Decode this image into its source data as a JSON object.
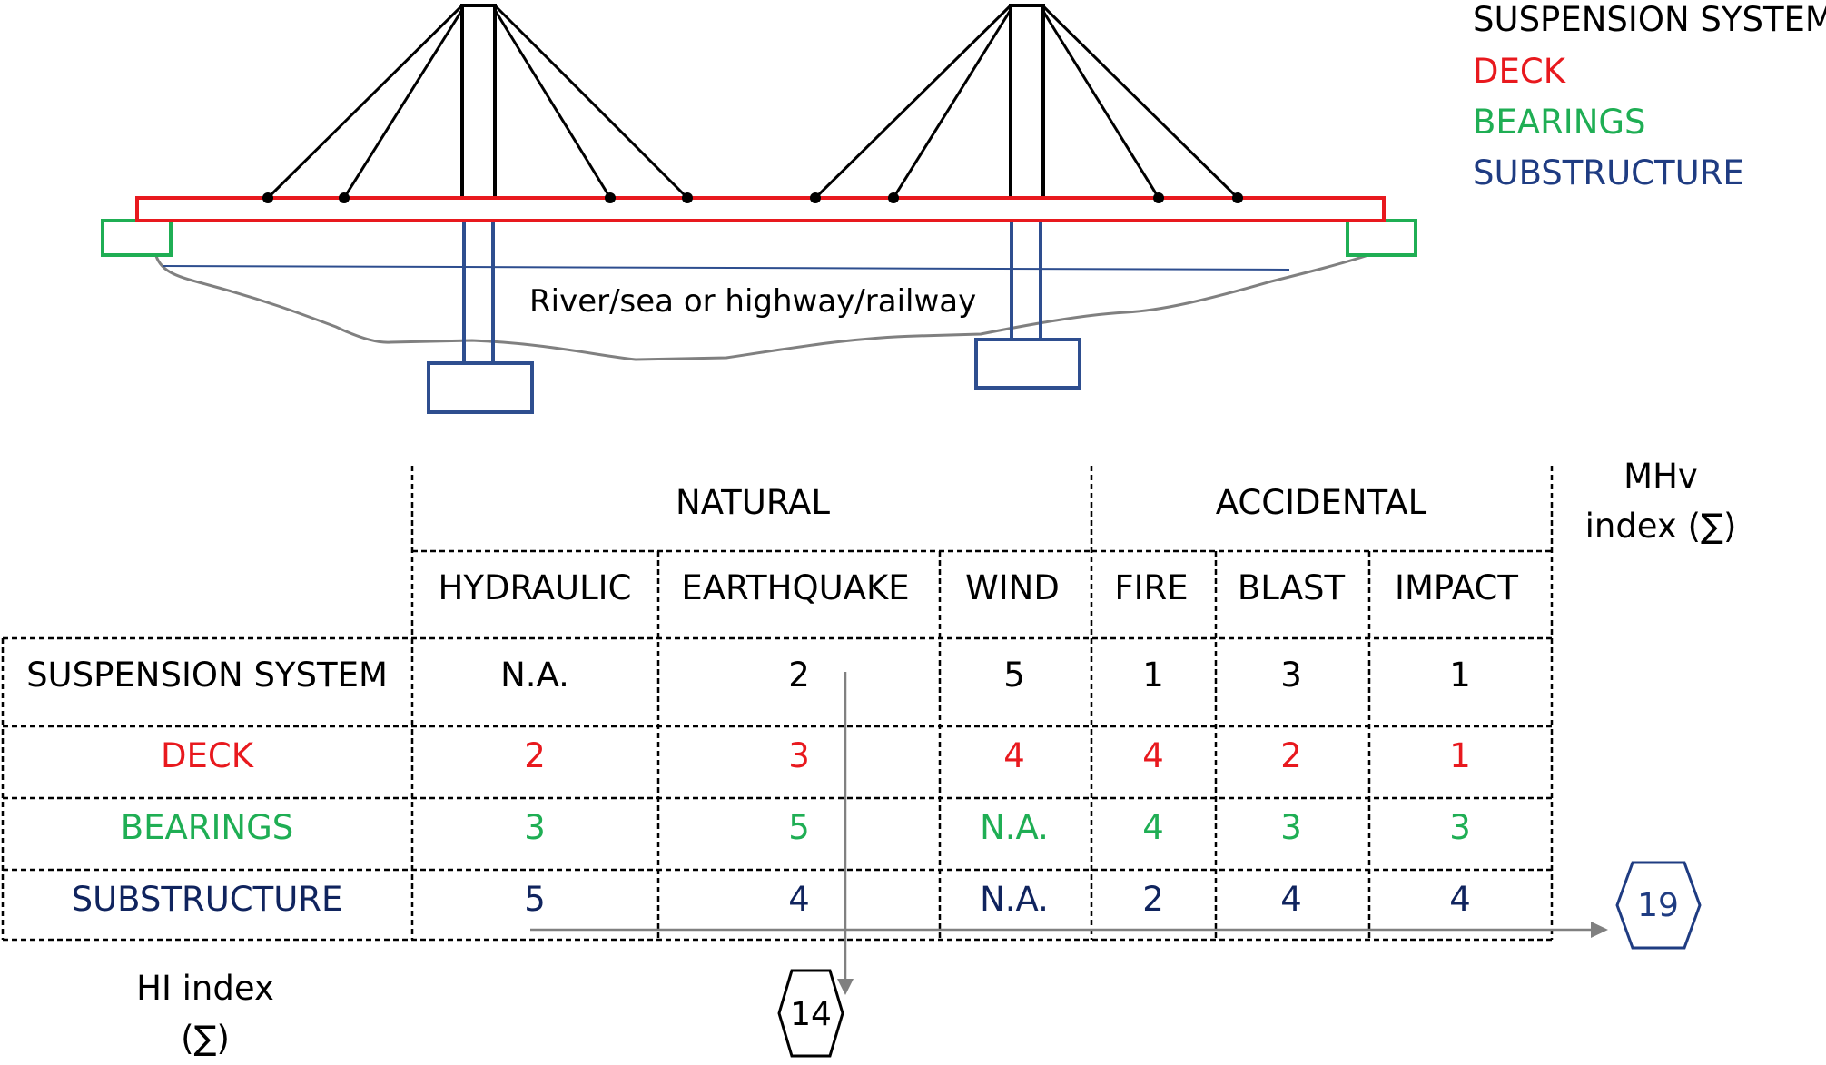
{
  "legend": [
    {
      "label": "SUSPENSION SYSTEM",
      "color": "#000000"
    },
    {
      "label": "DECK",
      "color": "#e8191e"
    },
    {
      "label": "BEARINGS",
      "color": "#1fae54"
    },
    {
      "label": "SUBSTRUCTURE",
      "color": "#1f3c82"
    }
  ],
  "colors": {
    "suspension": "#000000",
    "deck": "#e8191e",
    "bearings": "#1fae54",
    "substructure": "#2e4e8f",
    "ground": "#808080",
    "water": "#2e4e8f",
    "arrow": "#808080",
    "grid": "#000000"
  },
  "bridge": {
    "under_label": "River/sea or highway/railway"
  },
  "table": {
    "groups": [
      "NATURAL",
      "ACCIDENTAL"
    ],
    "columns": [
      "HYDRAULIC",
      "EARTHQUAKE",
      "WIND",
      "FIRE",
      "BLAST",
      "IMPACT"
    ],
    "rows": [
      {
        "label": "SUSPENSION SYSTEM",
        "color": "#000000",
        "values": [
          "N.A.",
          "2",
          "5",
          "1",
          "3",
          "1"
        ]
      },
      {
        "label": "DECK",
        "color": "#e8191e",
        "values": [
          "2",
          "3",
          "4",
          "4",
          "2",
          "1"
        ]
      },
      {
        "label": "BEARINGS",
        "color": "#1fae54",
        "values": [
          "3",
          "5",
          "N.A.",
          "4",
          "3",
          "3"
        ]
      },
      {
        "label": "SUBSTRUCTURE",
        "color": "#10245e",
        "values": [
          "5",
          "4",
          "N.A.",
          "2",
          "4",
          "4"
        ]
      }
    ],
    "mhv_label": [
      "MHv",
      "index (∑)"
    ],
    "hi_label": [
      "HI index",
      "(∑)"
    ],
    "hi_value": "14",
    "mhv_value": "19"
  }
}
